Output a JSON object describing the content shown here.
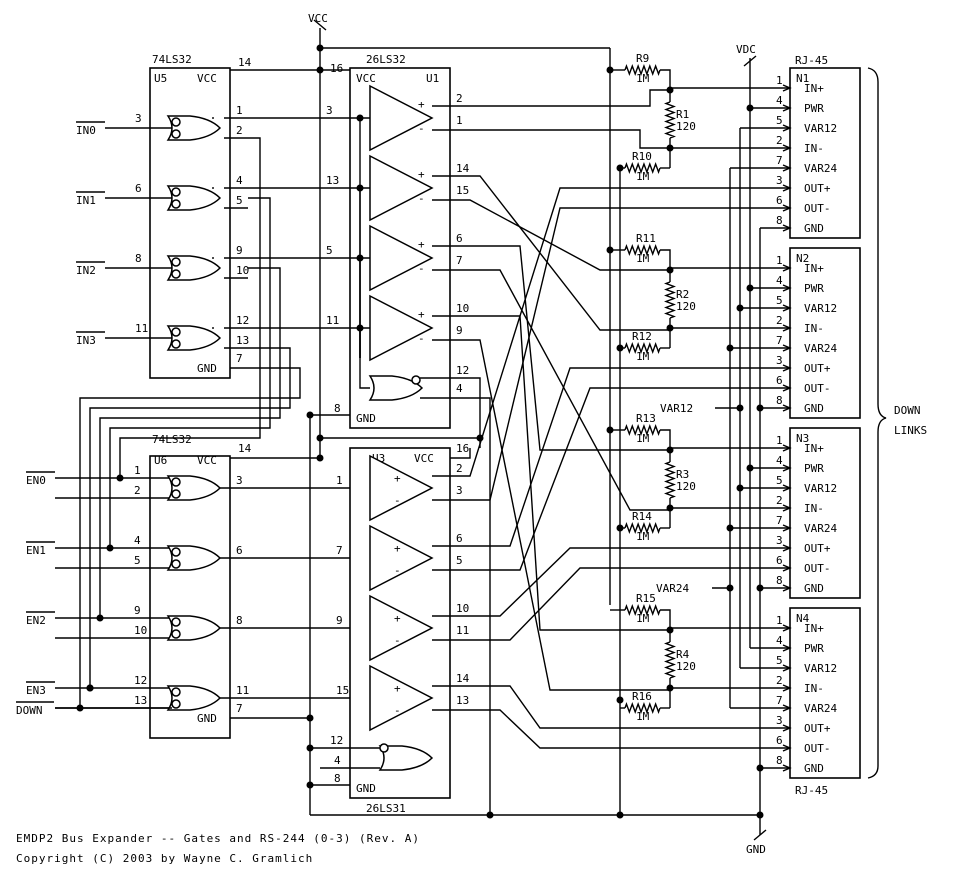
{
  "title": "EMDP2 Bus Expander -- Gates and RS-244 (0-3)   (Rev. A)",
  "copyright": "Copyright (C) 2003 by Wayne C. Gramlich",
  "power": {
    "vcc": "VCC",
    "vdc": "VDC",
    "gnd": "GND"
  },
  "chips": {
    "u5": {
      "part": "74LS32",
      "ref": "U5",
      "vcc_pin": "14",
      "gnd_pin": "7"
    },
    "u6": {
      "part": "74LS32",
      "ref": "U6",
      "vcc_pin": "14",
      "gnd_pin": "7"
    },
    "u1": {
      "part": "26LS32",
      "ref": "U1",
      "vcc_pin": "16",
      "gnd_pin": "8"
    },
    "u3": {
      "part": "26LS31",
      "ref": "U3",
      "vcc_pin": "16",
      "gnd_pin": "8"
    }
  },
  "inputs": [
    "IN0",
    "IN1",
    "IN2",
    "IN3"
  ],
  "enables": [
    "EN0",
    "EN1",
    "EN2",
    "EN3"
  ],
  "down_signal": "DOWN",
  "rail_labels": {
    "var12": "VAR12",
    "var24": "VAR24"
  },
  "resistors": [
    {
      "ref": "R9",
      "value": "1M"
    },
    {
      "ref": "R1",
      "value": "120"
    },
    {
      "ref": "R10",
      "value": "1M"
    },
    {
      "ref": "R11",
      "value": "1M"
    },
    {
      "ref": "R2",
      "value": "120"
    },
    {
      "ref": "R12",
      "value": "1M"
    },
    {
      "ref": "R13",
      "value": "1M"
    },
    {
      "ref": "R3",
      "value": "120"
    },
    {
      "ref": "R14",
      "value": "1M"
    },
    {
      "ref": "R15",
      "value": "1M"
    },
    {
      "ref": "R4",
      "value": "120"
    },
    {
      "ref": "R16",
      "value": "1M"
    }
  ],
  "connector_part": "RJ-45",
  "connectors": [
    "N1",
    "N2",
    "N3",
    "N4"
  ],
  "rj45_pins": [
    {
      "pin": "1",
      "name": "IN+"
    },
    {
      "pin": "4",
      "name": "PWR"
    },
    {
      "pin": "5",
      "name": "VAR12"
    },
    {
      "pin": "2",
      "name": "IN-"
    },
    {
      "pin": "7",
      "name": "VAR24"
    },
    {
      "pin": "3",
      "name": "OUT+"
    },
    {
      "pin": "6",
      "name": "OUT-"
    },
    {
      "pin": "8",
      "name": "GND"
    }
  ],
  "brace_label": {
    "line1": "DOWN",
    "line2": "LINKS"
  }
}
